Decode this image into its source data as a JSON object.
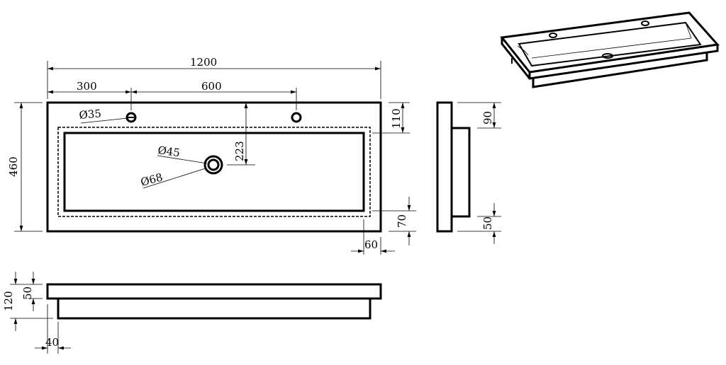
{
  "title": "Double basin washbasin technical drawing",
  "top_view": {
    "dim_total_width": "1200",
    "dim_hole_offset": "300",
    "dim_hole_spacing": "600",
    "dim_depth": "460",
    "dim_drain_offset": "223",
    "dim_hole_diameter": "Ø35",
    "dim_drain_inner": "Ø45",
    "dim_drain_outer": "Ø68",
    "dim_back_rim": "110",
    "dim_front_rim": "70",
    "dim_side_rim": "60"
  },
  "side_view": {
    "dim_top_offset": "90",
    "dim_bottom_offset": "50"
  },
  "front_view": {
    "dim_total_height": "120",
    "dim_top_thickness": "50",
    "dim_side_inset": "40"
  }
}
